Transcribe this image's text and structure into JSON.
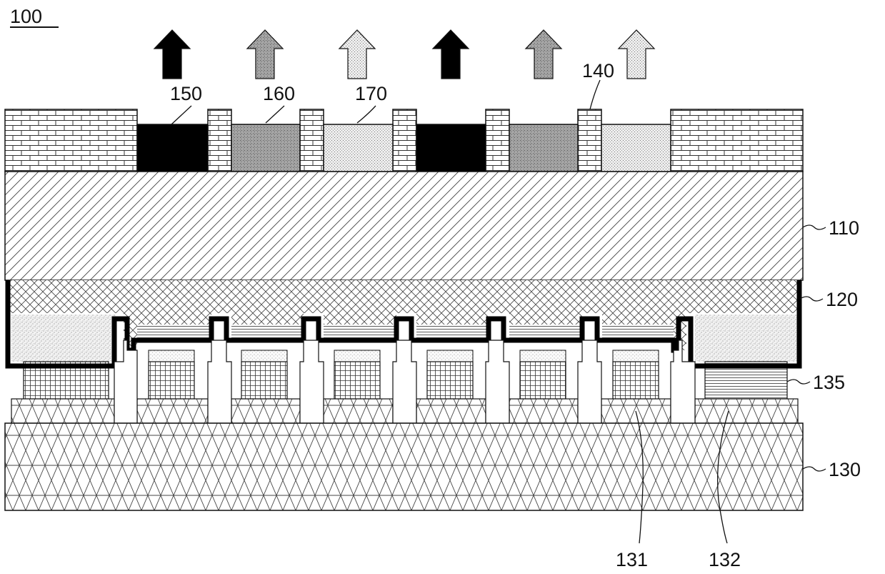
{
  "figure": {
    "id_label": "100",
    "labels": {
      "quantum_dot_1": "150",
      "quantum_dot_2": "160",
      "quantum_dot_3": "170",
      "partition": "140",
      "substrate": "110",
      "emitting_layer": "120",
      "bump": "135",
      "backplane": "130",
      "pad_1": "131",
      "pad_2": "132"
    },
    "arrow_pattern": [
      "solid",
      "dense",
      "light",
      "solid",
      "dense",
      "light"
    ],
    "colors": {
      "line": "#111111",
      "solid_fill": "#000000",
      "background": "#ffffff"
    }
  }
}
